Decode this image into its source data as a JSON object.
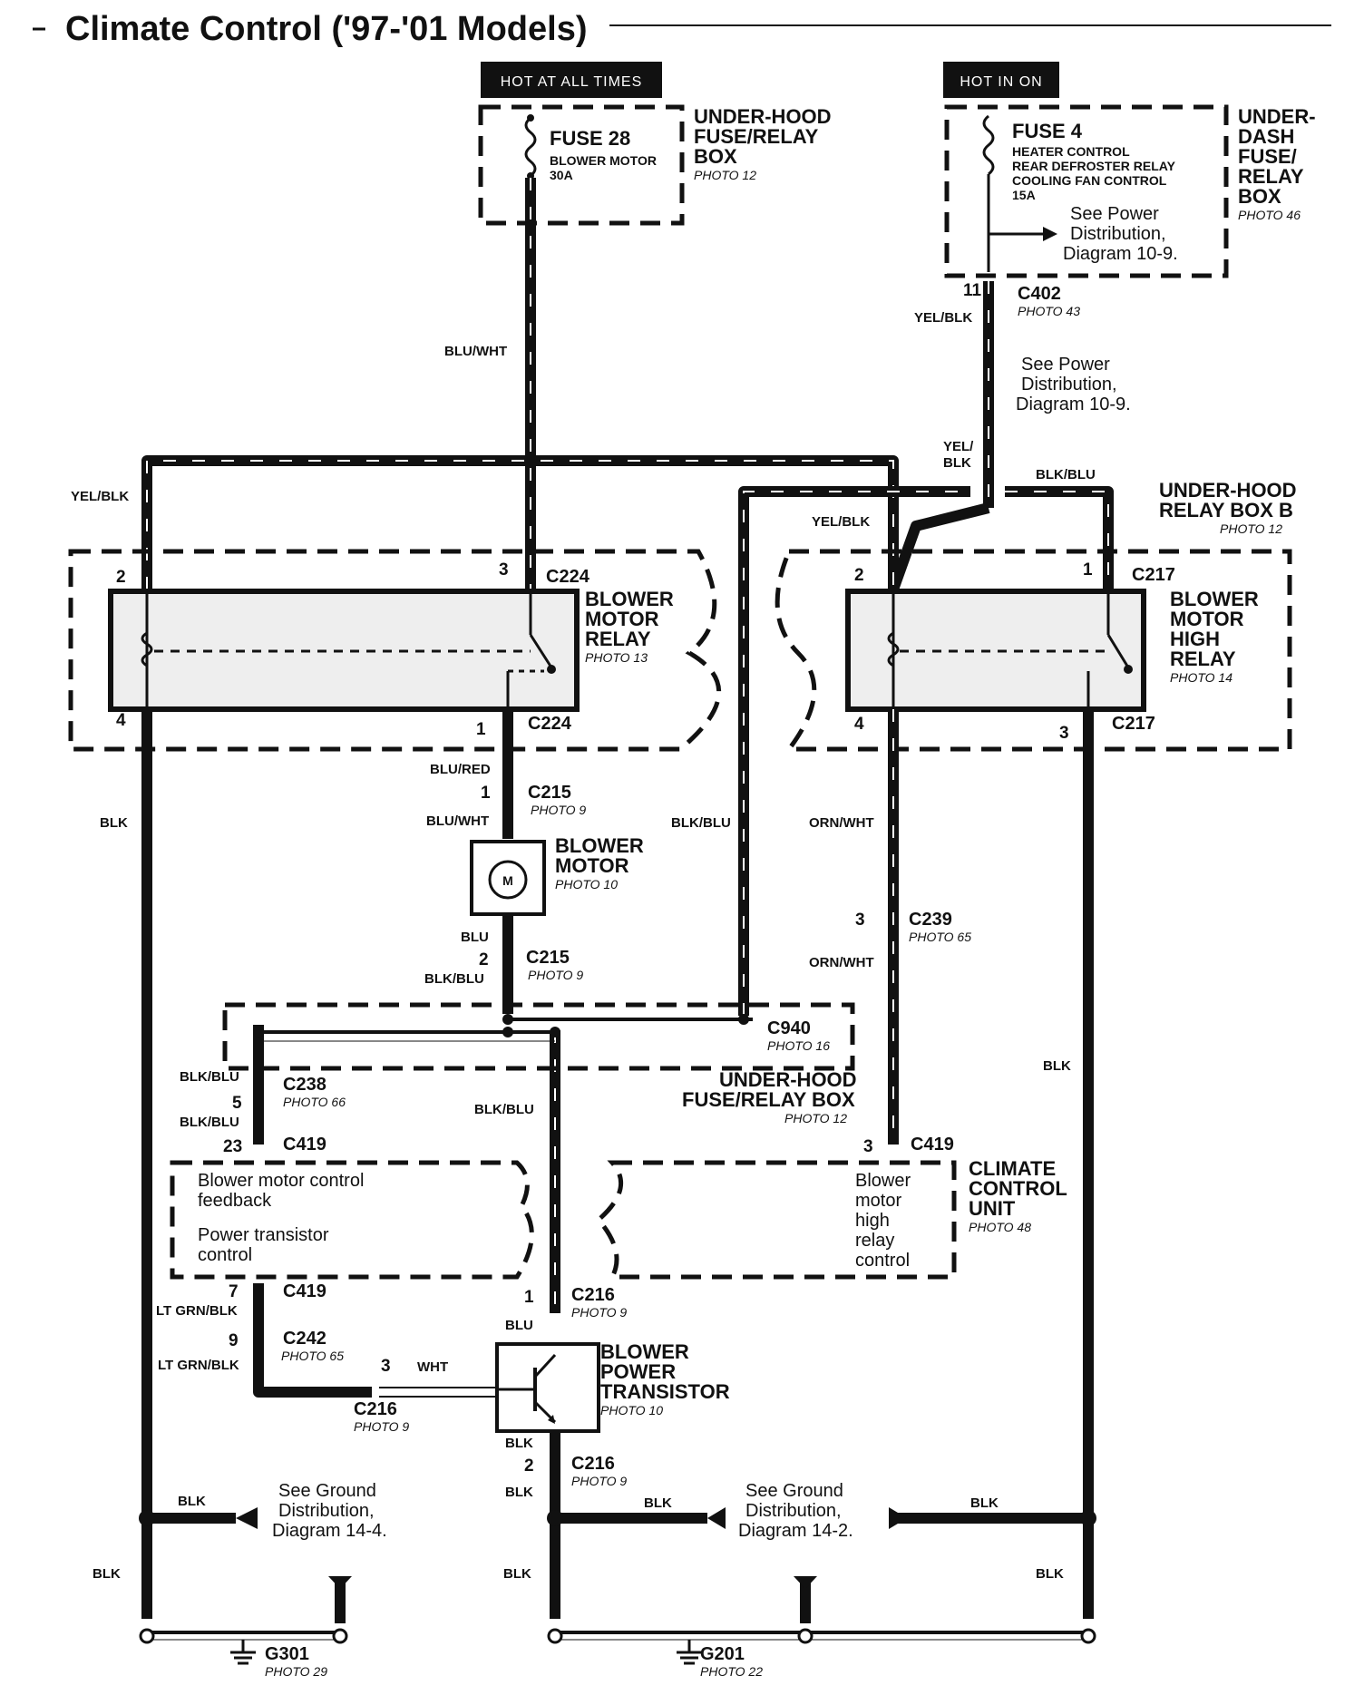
{
  "title": "Climate Control ('97-'01 Models)",
  "tags": {
    "hot_always": "HOT AT ALL TIMES",
    "hot_in_on": "HOT IN ON"
  },
  "fuse_box_underhood": {
    "fuse_name": "FUSE 28",
    "fuse_desc": "BLOWER MOTOR",
    "fuse_amp": "30A",
    "label_l1": "UNDER-HOOD",
    "label_l2": "FUSE/RELAY",
    "label_l3": "BOX",
    "photo": "PHOTO 12"
  },
  "fuse_box_underdash": {
    "fuse_name": "FUSE 4",
    "line1": "HEATER CONTROL",
    "line2": "REAR DEFROSTER RELAY",
    "line3": "COOLING FAN CONTROL",
    "amp": "15A",
    "see_l1": "See Power",
    "see_l2": "Distribution,",
    "see_l3": "Diagram 10-9.",
    "label_l1": "UNDER-",
    "label_l2": "DASH",
    "label_l3": "FUSE/",
    "label_l4": "RELAY",
    "label_l5": "BOX",
    "photo": "PHOTO 46"
  },
  "c402": {
    "pin": "11",
    "name": "C402",
    "photo": "PHOTO 43",
    "wire": "YEL/BLK",
    "see_l1": "See Power",
    "see_l2": "Distribution,",
    "see_l3": "Diagram 10-9."
  },
  "wires": {
    "blu_wht": "BLU/WHT",
    "yel_blk": "YEL/BLK",
    "yel": "YEL/",
    "blk": "BLK",
    "blk_blu": "BLK/BLU",
    "blu_red": "BLU/RED",
    "blu": "BLU",
    "orn_wht": "ORN/WHT",
    "lt_grn_blk": "LT GRN/BLK",
    "wht": "WHT"
  },
  "relay_box_b": {
    "l1": "UNDER-HOOD",
    "l2": "RELAY BOX B",
    "photo": "PHOTO 12"
  },
  "blower_relay": {
    "l1": "BLOWER",
    "l2": "MOTOR",
    "l3": "RELAY",
    "photo": "PHOTO 13",
    "conn": "C224",
    "pin2": "2",
    "pin3": "3",
    "pin4": "4",
    "pin1": "1"
  },
  "high_relay": {
    "l1": "BLOWER",
    "l2": "MOTOR",
    "l3": "HIGH",
    "l4": "RELAY",
    "photo": "PHOTO 14",
    "conn": "C217",
    "pin2": "2",
    "pin1": "1",
    "pin4": "4",
    "pin3": "3"
  },
  "blower_motor": {
    "l1": "BLOWER",
    "l2": "MOTOR",
    "photo": "PHOTO 10",
    "symbol": "M"
  },
  "c215": {
    "name": "C215",
    "photo": "PHOTO 9",
    "pin1": "1",
    "pin2": "2"
  },
  "c940": {
    "name": "C940",
    "photo": "PHOTO 16"
  },
  "underhood_box2": {
    "l1": "UNDER-HOOD",
    "l2": "FUSE/RELAY BOX",
    "photo": "PHOTO 12"
  },
  "c238": {
    "name": "C238",
    "photo": "PHOTO 66",
    "pin": "5"
  },
  "c419": {
    "name": "C419",
    "pin23": "23",
    "pin7": "7",
    "pin3": "3"
  },
  "c239": {
    "name": "C239",
    "photo": "PHOTO 65",
    "pin": "3"
  },
  "c242": {
    "name": "C242",
    "photo": "PHOTO 65",
    "pin": "9"
  },
  "c216": {
    "name": "C216",
    "photo": "PHOTO 9",
    "pin1": "1",
    "pin2": "2",
    "pin3": "3"
  },
  "ccu": {
    "feedback_l1": "Blower motor control",
    "feedback_l2": "feedback",
    "ptc_l1": "Power transistor",
    "ptc_l2": "control",
    "high_l1": "Blower",
    "high_l2": "motor",
    "high_l3": "high",
    "high_l4": "relay",
    "high_l5": "control",
    "label_l1": "CLIMATE",
    "label_l2": "CONTROL",
    "label_l3": "UNIT",
    "photo": "PHOTO 48"
  },
  "transistor": {
    "l1": "BLOWER",
    "l2": "POWER",
    "l3": "TRANSISTOR",
    "photo": "PHOTO 10"
  },
  "ground_left": {
    "see_l1": "See Ground",
    "see_l2": "Distribution,",
    "see_l3": "Diagram 14-4.",
    "name": "G301",
    "photo": "PHOTO 29"
  },
  "ground_right": {
    "see_l1": "See Ground",
    "see_l2": "Distribution,",
    "see_l3": "Diagram 14-2.",
    "name": "G201",
    "photo": "PHOTO 22"
  }
}
